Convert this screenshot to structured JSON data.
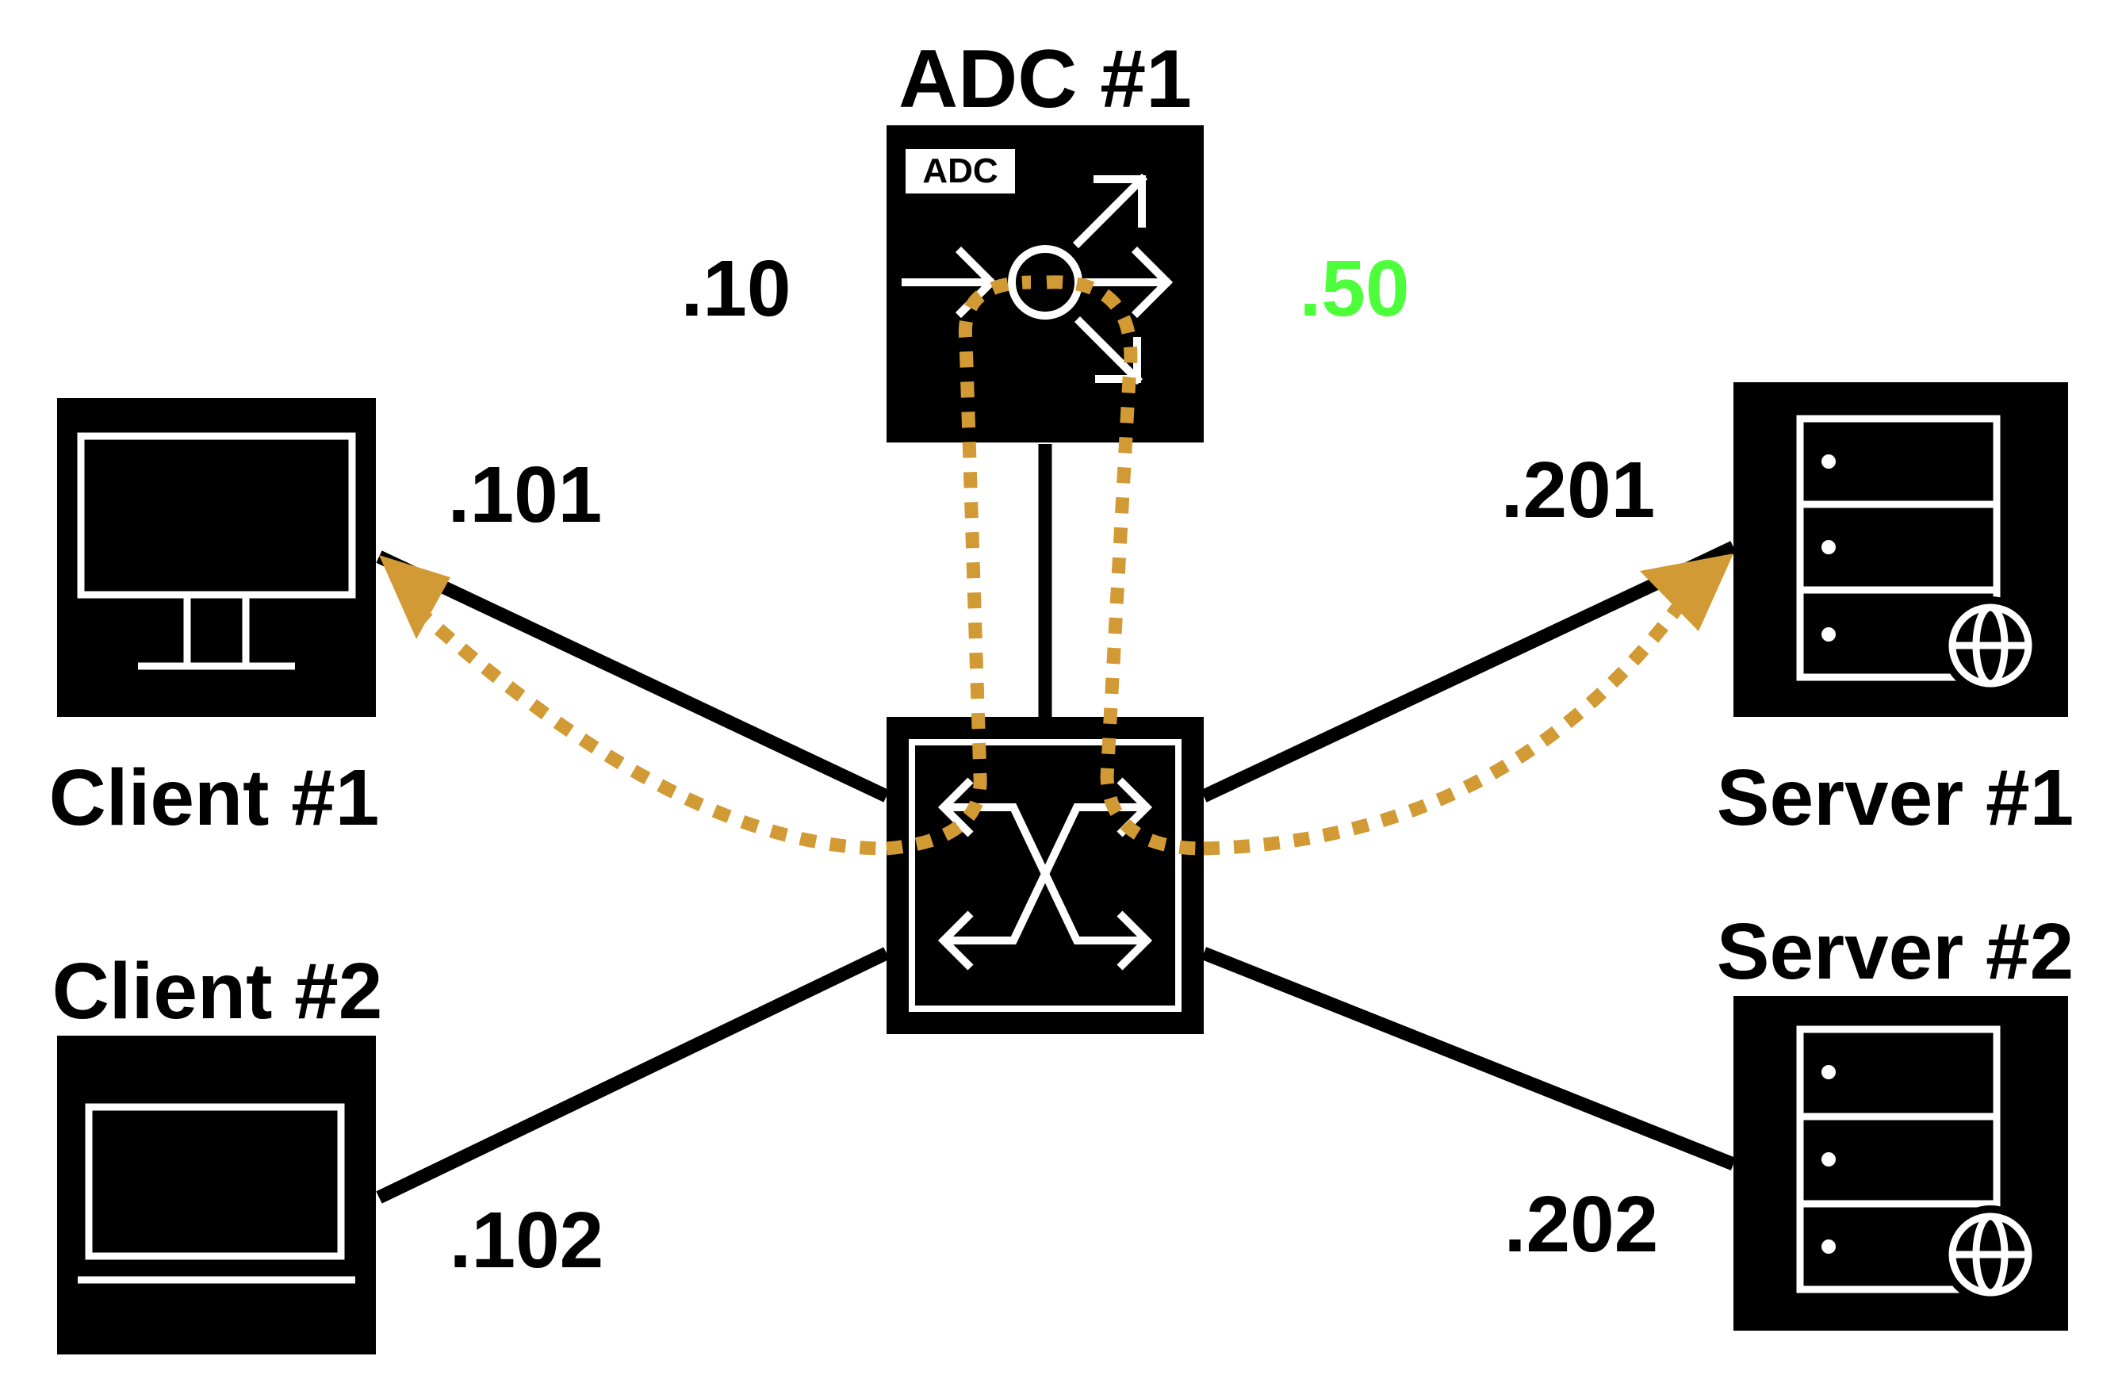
{
  "nodes": {
    "adc": {
      "title": "ADC #1",
      "badge": "ADC",
      "ip_left": ".10",
      "ip_right": ".50"
    },
    "client1": {
      "title": "Client #1",
      "ip": ".101"
    },
    "client2": {
      "title": "Client #2",
      "ip": ".102"
    },
    "server1": {
      "title": "Server #1",
      "ip": ".201"
    },
    "server2": {
      "title": "Server #2",
      "ip": ".202"
    }
  },
  "colors": {
    "device": "#000000",
    "icon": "#ffffff",
    "flow": "#D19A34",
    "vip": "#4CFF3A"
  }
}
